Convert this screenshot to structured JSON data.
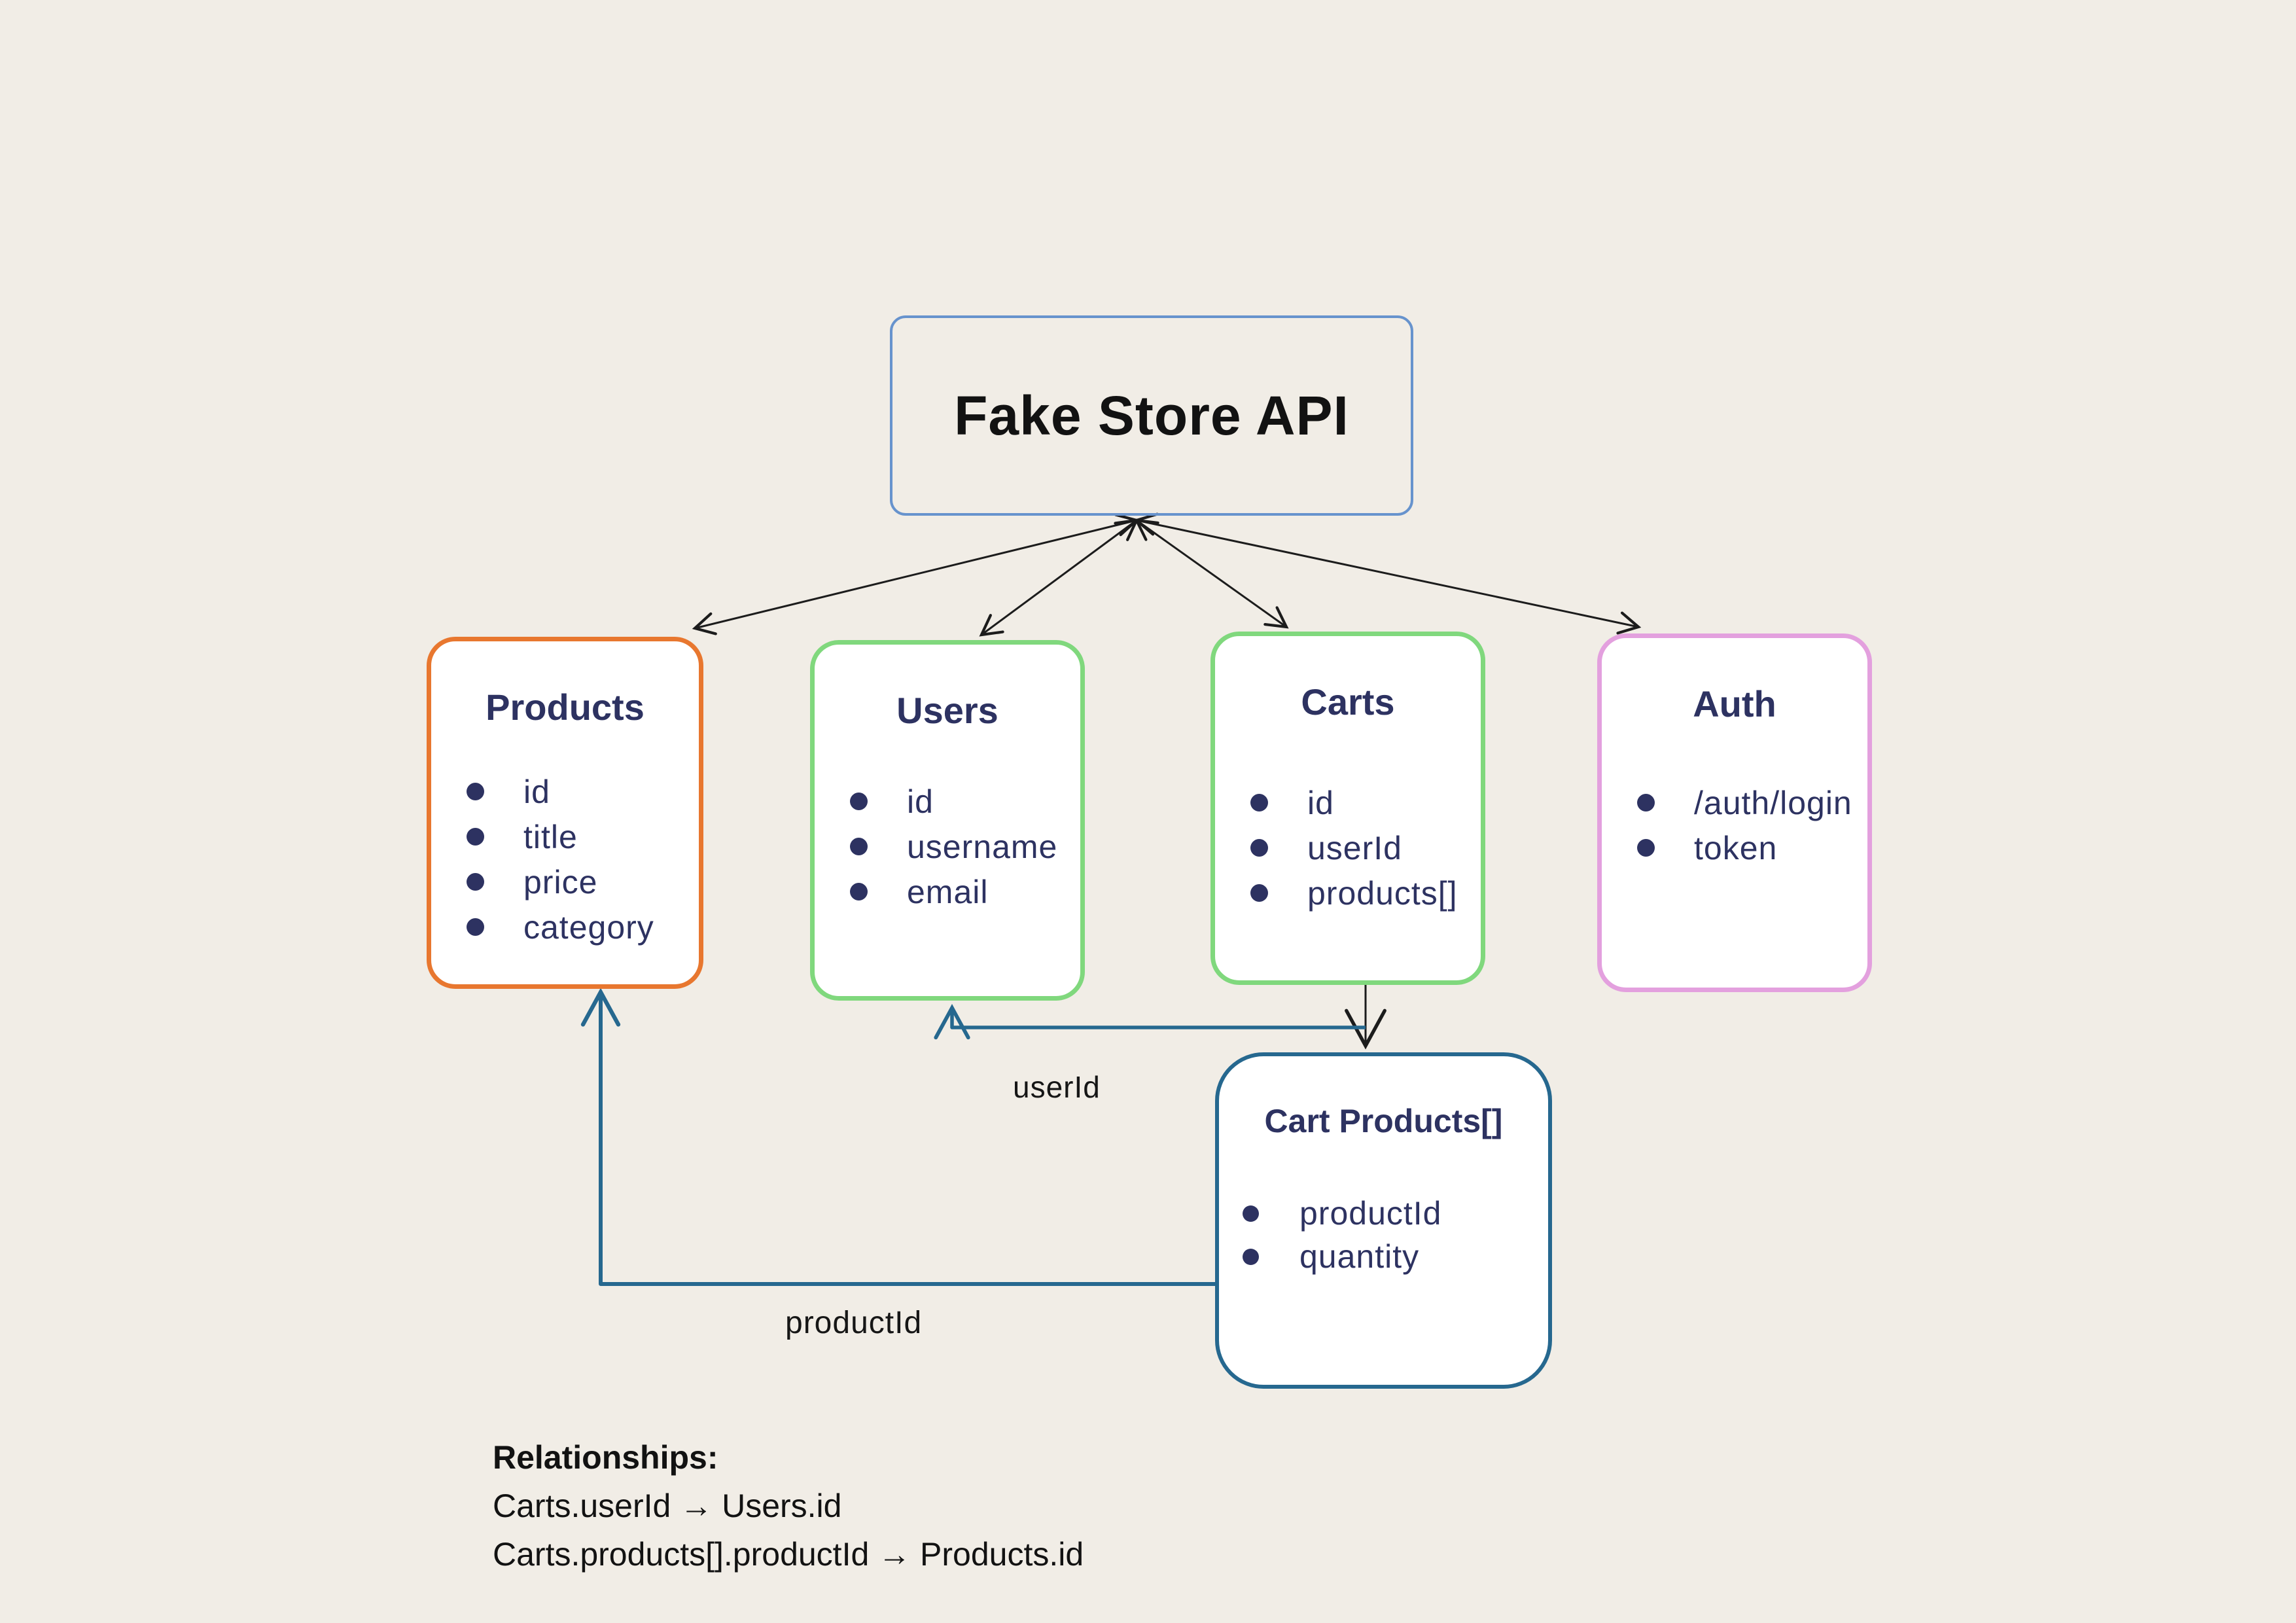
{
  "api_box": {
    "title": "Fake Store API"
  },
  "entities": [
    {
      "id": "products",
      "title": "Products",
      "fields": [
        "id",
        "title",
        "price",
        "category"
      ]
    },
    {
      "id": "users",
      "title": "Users",
      "fields": [
        "id",
        "username",
        "email"
      ]
    },
    {
      "id": "carts",
      "title": "Carts",
      "fields": [
        "id",
        "userId",
        "products[]"
      ]
    },
    {
      "id": "auth",
      "title": "Auth",
      "fields": [
        "/auth/login",
        "token"
      ]
    },
    {
      "id": "cart_products",
      "title": "Cart Products[]",
      "fields": [
        "productId",
        "quantity"
      ]
    }
  ],
  "edge_labels": {
    "user_id": "userId",
    "product_id": "productId"
  },
  "relationships": {
    "heading": "Relationships:",
    "lines": [
      "Carts.userId → Users.id",
      "Carts.products[].productId → Products.id"
    ]
  },
  "colors": {
    "background": "#f1ede6",
    "api_border": "#6793cd",
    "products_border": "#e8772f",
    "users_border": "#80d87d",
    "carts_border": "#80d87d",
    "auth_border": "#e3a0de",
    "cart_products_border": "#26688f",
    "entity_text": "#2d3261",
    "arrow_black": "#1c1c1c",
    "arrow_teal": "#26688f"
  }
}
